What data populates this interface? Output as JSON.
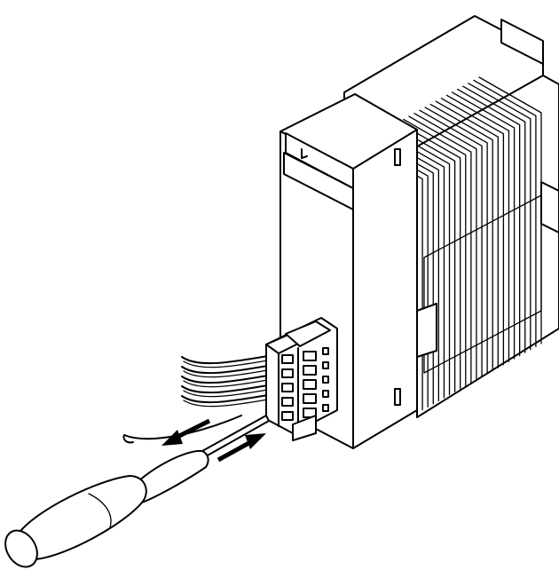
{
  "figure": {
    "module_fin_count": 24,
    "connector_terminal_count": 5,
    "wire_count": 5
  },
  "arrows": [
    {
      "id": "release",
      "direction": "down-left"
    },
    {
      "id": "insert",
      "direction": "up-right"
    }
  ]
}
